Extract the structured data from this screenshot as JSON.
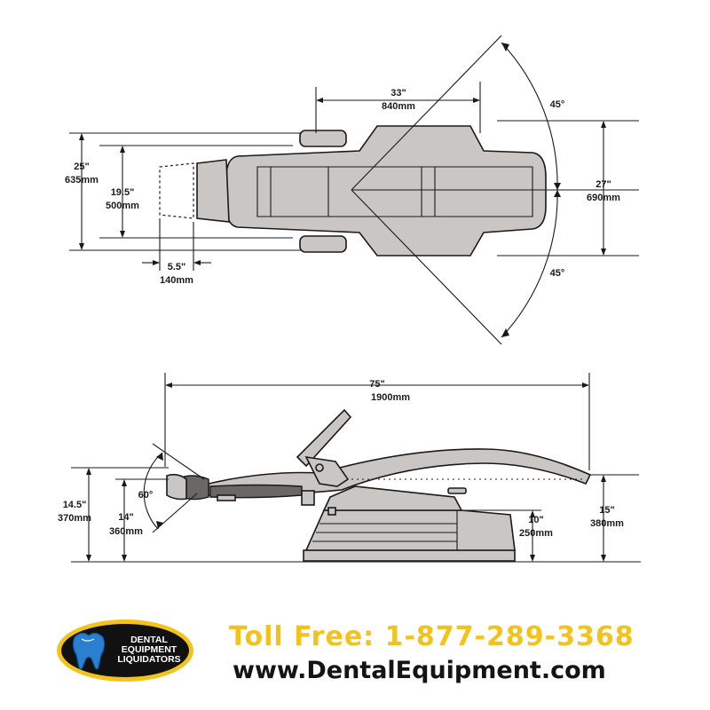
{
  "top_view": {
    "length": {
      "in": "33\"",
      "mm": "840mm"
    },
    "width_overall": {
      "in": "25\"",
      "mm": "635mm"
    },
    "width_headrest": {
      "in": "19.5\"",
      "mm": "500mm"
    },
    "headrest_travel": {
      "in": "5.5\"",
      "mm": "140mm"
    },
    "width_base": {
      "in": "27\"",
      "mm": "690mm"
    },
    "rotation_upper": "45°",
    "rotation_lower": "45°"
  },
  "side_view": {
    "length": {
      "in": "75\"",
      "mm": "1900mm"
    },
    "head_height": {
      "in": "14.5\"",
      "mm": "370mm"
    },
    "head_height_lower": {
      "in": "14\"",
      "mm": "360mm"
    },
    "head_angle": "60°",
    "base_height": {
      "in": "10\"",
      "mm": "250mm"
    },
    "foot_height": {
      "in": "15\"",
      "mm": "380mm"
    }
  },
  "branding": {
    "logo_lines": [
      "DENTAL",
      "EQUIPMENT",
      "LIQUIDATORS"
    ],
    "toll_free": "Toll Free: 1-877-289-3368",
    "website": "www.DentalEquipment.com",
    "colors": {
      "accent_yellow": "#f3c31b",
      "logo_blue": "#2a7fd0",
      "logo_dark": "#111111"
    }
  }
}
